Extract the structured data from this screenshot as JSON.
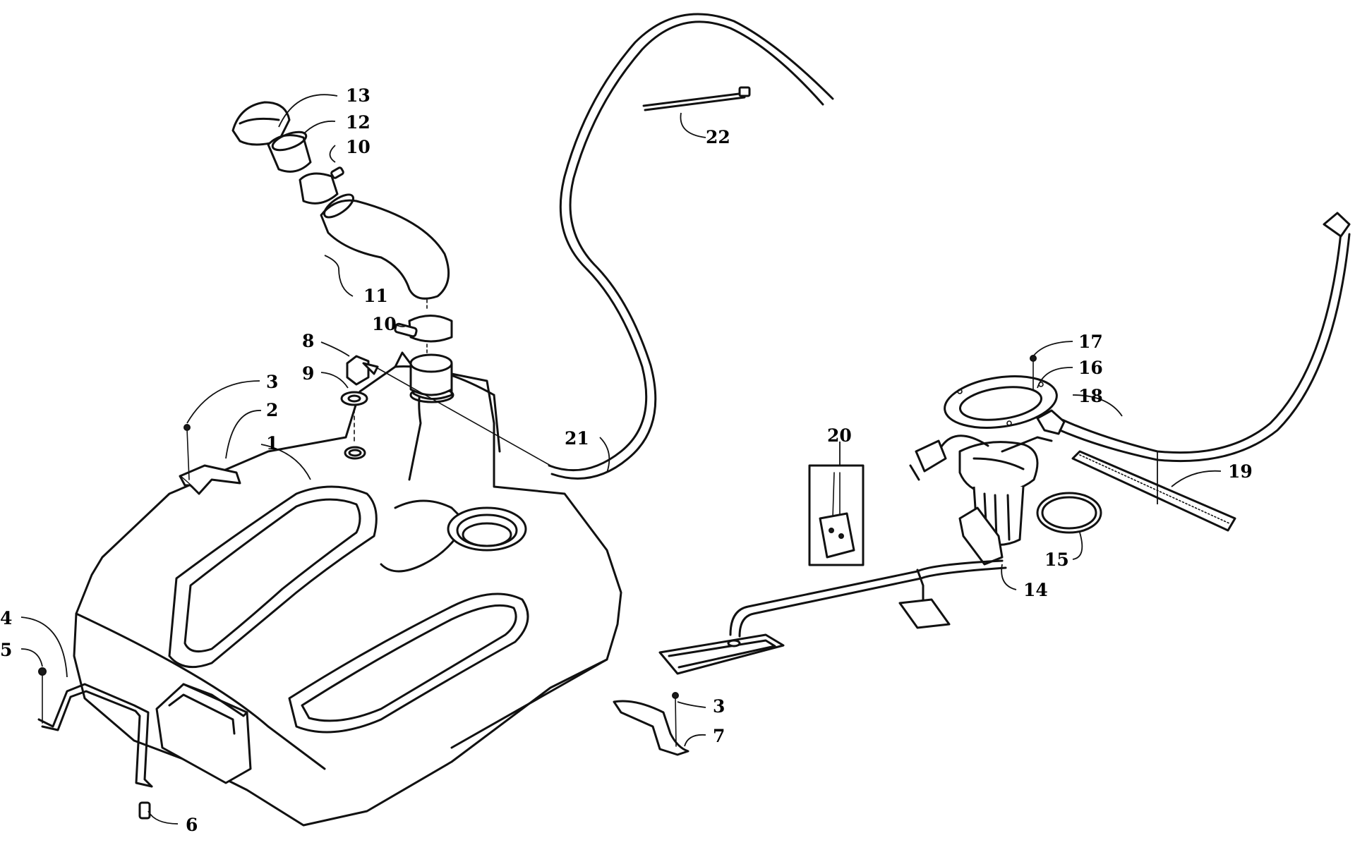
{
  "diagram": {
    "callouts": [
      {
        "id": "1",
        "label": "1"
      },
      {
        "id": "2",
        "label": "2"
      },
      {
        "id": "3a",
        "label": "3"
      },
      {
        "id": "3b",
        "label": "3"
      },
      {
        "id": "4",
        "label": "4"
      },
      {
        "id": "5",
        "label": "5"
      },
      {
        "id": "6",
        "label": "6"
      },
      {
        "id": "7",
        "label": "7"
      },
      {
        "id": "8",
        "label": "8"
      },
      {
        "id": "9",
        "label": "9"
      },
      {
        "id": "10a",
        "label": "10"
      },
      {
        "id": "10b",
        "label": "10"
      },
      {
        "id": "11",
        "label": "11"
      },
      {
        "id": "12",
        "label": "12"
      },
      {
        "id": "13",
        "label": "13"
      },
      {
        "id": "14",
        "label": "14"
      },
      {
        "id": "15",
        "label": "15"
      },
      {
        "id": "16",
        "label": "16"
      },
      {
        "id": "17",
        "label": "17"
      },
      {
        "id": "18",
        "label": "18"
      },
      {
        "id": "19",
        "label": "19"
      },
      {
        "id": "20",
        "label": "20"
      },
      {
        "id": "21",
        "label": "21"
      },
      {
        "id": "22",
        "label": "22"
      }
    ]
  }
}
